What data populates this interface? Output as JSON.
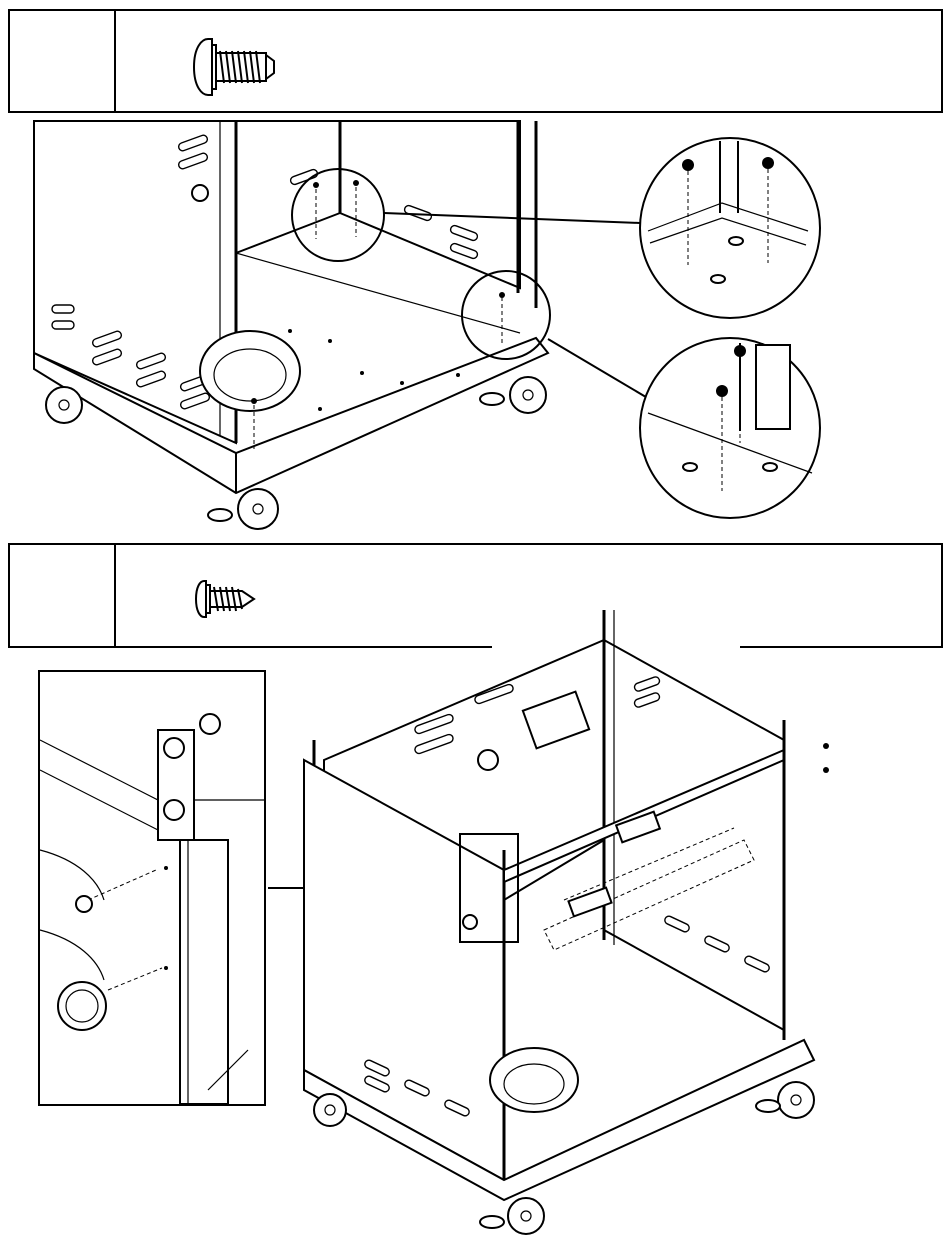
{
  "steps": [
    {
      "id": "step-1",
      "number": "",
      "instruction": "",
      "hardware_icon": "flange-bolt-icon"
    },
    {
      "id": "step-2",
      "number": "",
      "instruction": "",
      "hardware_icon": "self-tapping-screw-icon"
    }
  ],
  "illustrations": {
    "step1_main": "cart-base-assembly-illustration",
    "step1_callout_top": "rear-corner-detail-callout",
    "step1_callout_bottom": "front-corner-detail-callout",
    "step2_main": "cart-frame-assembly-illustration",
    "step2_detail": "side-panel-screw-detail-callout"
  }
}
